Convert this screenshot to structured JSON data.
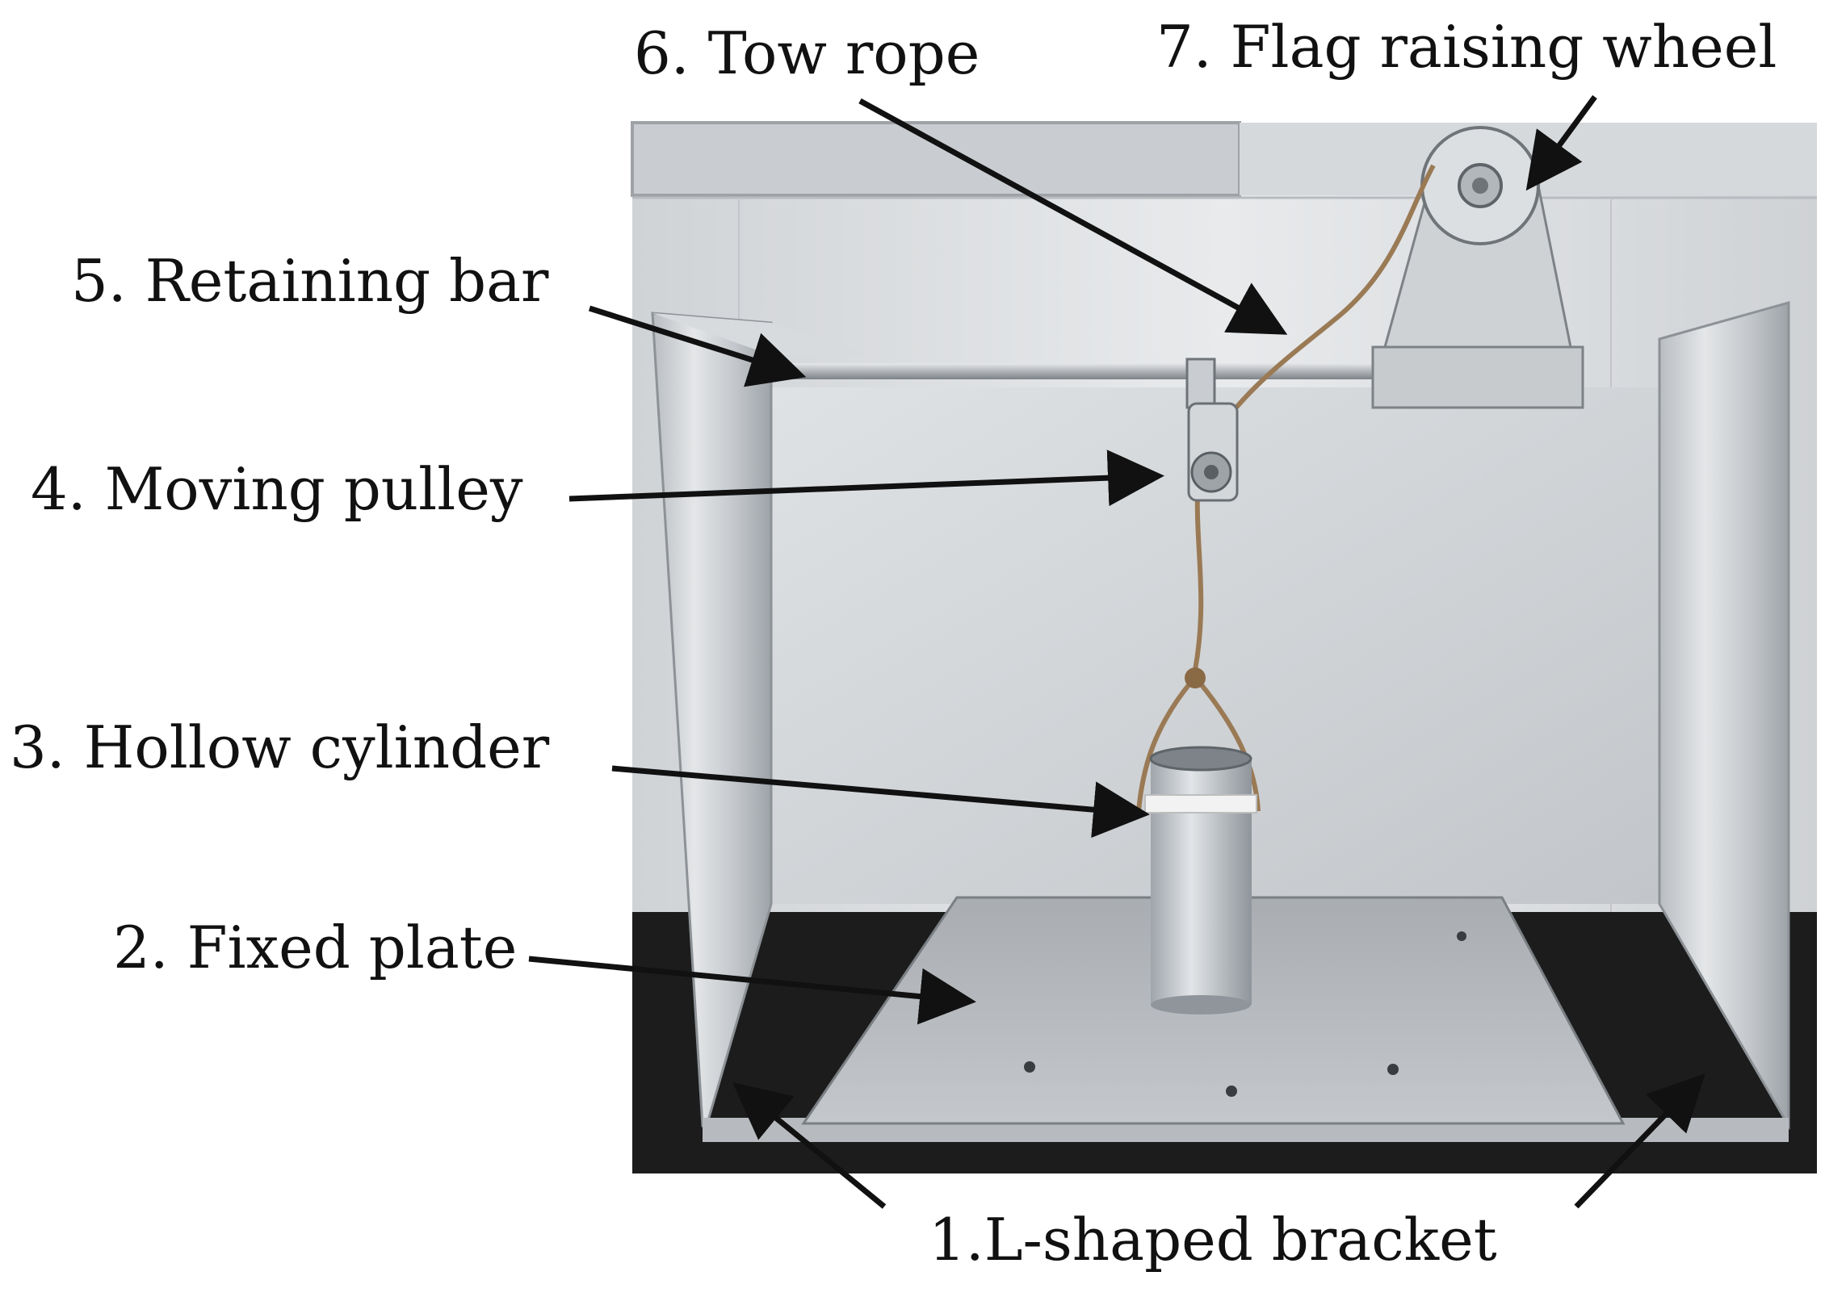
{
  "labels": {
    "l1": "1.L-shaped bracket",
    "l2": "2. Fixed plate",
    "l3": "3. Hollow cylinder",
    "l4": "4. Moving pulley",
    "l5": "5. Retaining bar",
    "l6": "6. Tow rope",
    "l7": "7.  Flag raising wheel"
  },
  "colors": {
    "text": "#111111",
    "arrow": "#111111",
    "steel": "#c8ccd0",
    "rope": "#9a7a55",
    "floor": "#1c1c1c",
    "wall": "#d9dcdf"
  }
}
